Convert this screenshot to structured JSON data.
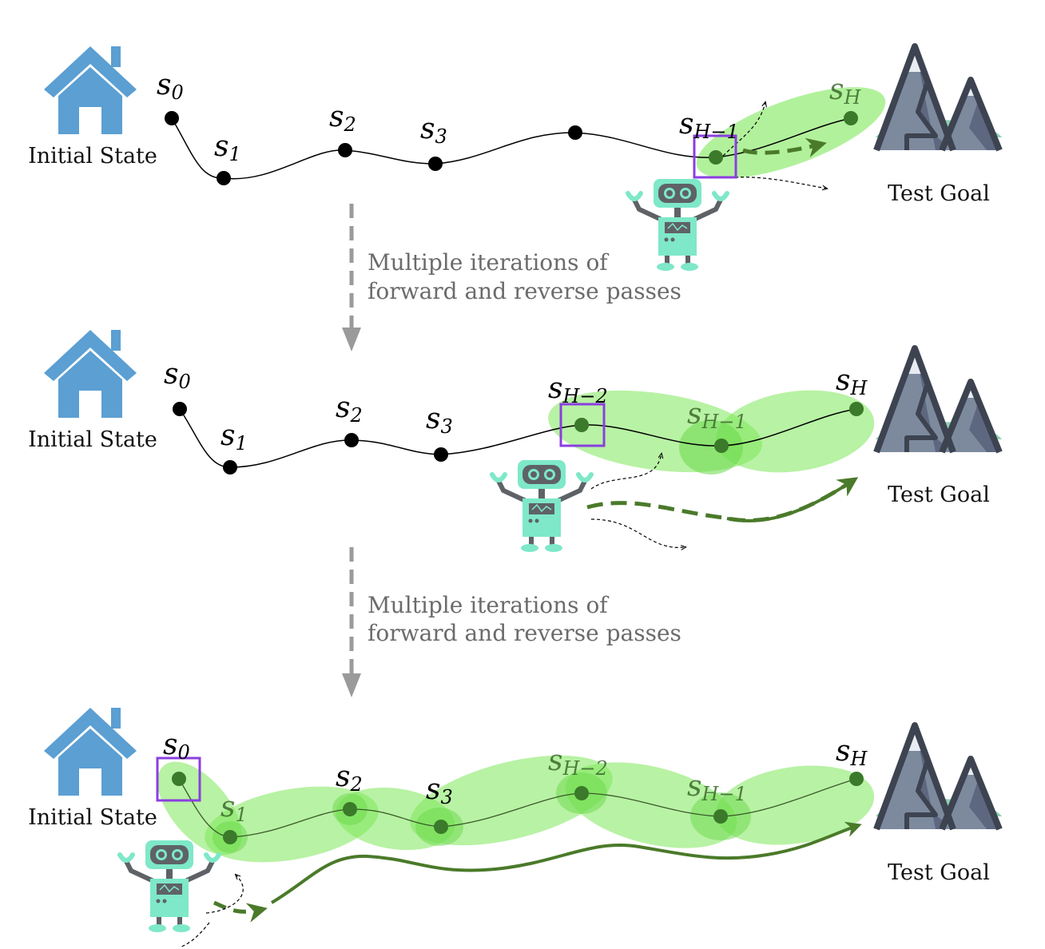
{
  "labels": {
    "initial_state": "Initial State",
    "test_goal": "Test Goal",
    "iteration_note_line1": "Multiple iterations of",
    "iteration_note_line2": "forward and reverse passes"
  },
  "colors": {
    "house": "#5b9fd3",
    "mountain_body": "#7d8a9e",
    "mountain_shade": "#5d6880",
    "mountain_outline": "#3d4350",
    "mountain_base": "#8fcfb2",
    "robot": "#7ee8c8",
    "robot_dark": "#5e6266",
    "green_region": "#7ee85a",
    "green_path": "#4a7a2a",
    "highlight_box": "#8a3fe0",
    "arrow_gray": "#9a9a9a"
  },
  "panels": [
    {
      "states": [
        {
          "base": "s",
          "sub": "0"
        },
        {
          "base": "s",
          "sub": "1"
        },
        {
          "base": "s",
          "sub": "2"
        },
        {
          "base": "s",
          "sub": "3"
        },
        {
          "base": "s",
          "sub": "H−1"
        },
        {
          "base": "s",
          "sub": "H"
        }
      ]
    },
    {
      "states": [
        {
          "base": "s",
          "sub": "0"
        },
        {
          "base": "s",
          "sub": "1"
        },
        {
          "base": "s",
          "sub": "2"
        },
        {
          "base": "s",
          "sub": "3"
        },
        {
          "base": "s",
          "sub": "H−2"
        },
        {
          "base": "s",
          "sub": "H−1"
        },
        {
          "base": "s",
          "sub": "H"
        }
      ]
    },
    {
      "states": [
        {
          "base": "s",
          "sub": "0"
        },
        {
          "base": "s",
          "sub": "1"
        },
        {
          "base": "s",
          "sub": "2"
        },
        {
          "base": "s",
          "sub": "3"
        },
        {
          "base": "s",
          "sub": "H−2"
        },
        {
          "base": "s",
          "sub": "H−1"
        },
        {
          "base": "s",
          "sub": "H"
        }
      ]
    }
  ]
}
